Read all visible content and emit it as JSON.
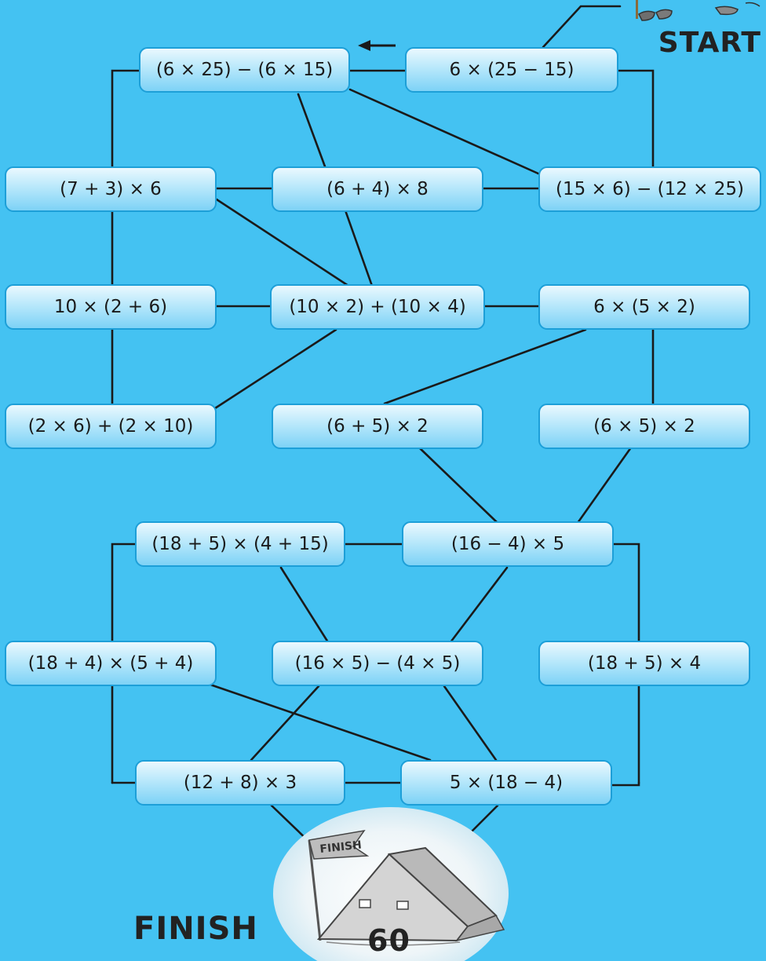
{
  "labels": {
    "start": "START",
    "finish": "FINISH",
    "page_number": "60",
    "flag_text": "FINISH"
  },
  "direction_icon": "arrow-left-icon",
  "colors": {
    "background": "#44c2f2",
    "box_border": "#1d9fd8",
    "line": "#1a1a1a",
    "text": "#1a1a1a"
  },
  "nodes": [
    {
      "id": "n1",
      "text": "6 × (25 − 15)"
    },
    {
      "id": "n2",
      "text": "(6 × 25) − (6 × 15)"
    },
    {
      "id": "n3",
      "text": "(7 + 3) × 6"
    },
    {
      "id": "n4",
      "text": "(6 + 4) × 8"
    },
    {
      "id": "n5",
      "text": "(15 × 6) − (12 × 25)"
    },
    {
      "id": "n6",
      "text": "10 × (2 + 6)"
    },
    {
      "id": "n7",
      "text": "(10 × 2) + (10 × 4)"
    },
    {
      "id": "n8",
      "text": "6 × (5 × 2)"
    },
    {
      "id": "n9",
      "text": "(2 × 6) + (2 × 10)"
    },
    {
      "id": "n10",
      "text": "(6 + 5) × 2"
    },
    {
      "id": "n11",
      "text": "(6 × 5) × 2"
    },
    {
      "id": "n12",
      "text": "(18 + 5) × (4 + 15)"
    },
    {
      "id": "n13",
      "text": "(16 − 4) × 5"
    },
    {
      "id": "n14",
      "text": "(18 + 4) × (5 + 4)"
    },
    {
      "id": "n15",
      "text": "(16 × 5) − (4 × 5)"
    },
    {
      "id": "n16",
      "text": "(18 + 5) × 4"
    },
    {
      "id": "n17",
      "text": "(12 + 8) × 3"
    },
    {
      "id": "n18",
      "text": "5 × (18 − 4)"
    }
  ]
}
